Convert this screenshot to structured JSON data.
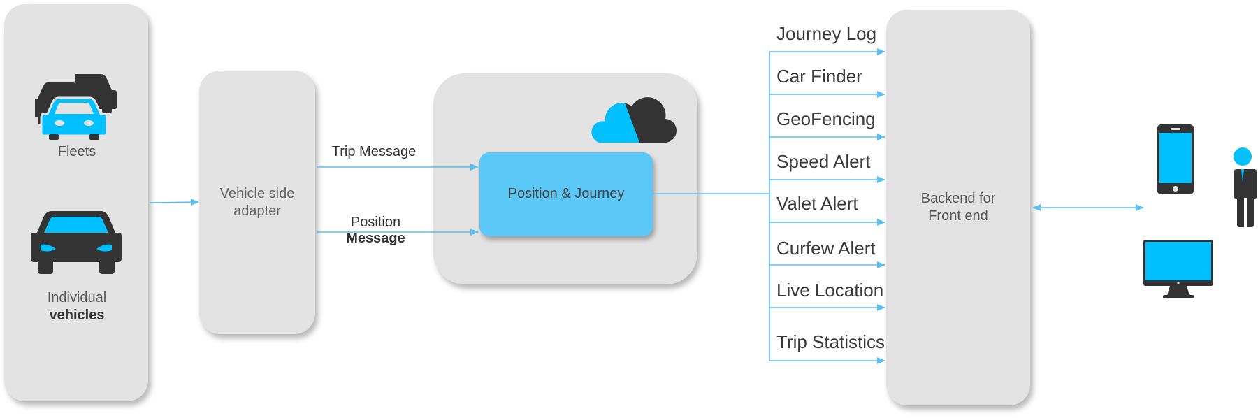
{
  "sources": {
    "fleets_label": "Fleets",
    "individual_label_line1": "Individual",
    "individual_label_line2": "vehicles"
  },
  "adapter": {
    "label_line1": "Vehicle side",
    "label_line2": "adapter"
  },
  "messages": {
    "trip": "Trip Message",
    "position_line1": "Position",
    "position_line2": "Message"
  },
  "cloud": {
    "core_label": "Position & Journey"
  },
  "services": [
    "Journey Log",
    "Car Finder",
    "GeoFencing",
    "Speed Alert",
    "Valet Alert",
    "Curfew Alert",
    "Live Location",
    "Trip Statistics"
  ],
  "backend": {
    "label_line1": "Backend for",
    "label_line2": "Front end"
  },
  "colors": {
    "accent": "#00c0ff",
    "core_box": "#5bc8f8",
    "arrow": "#5bc0f0",
    "dark_icon": "#333333",
    "panel": "#e3e3e3"
  },
  "icons": {
    "fleets": "cars-group-icon",
    "individual": "car-front-icon",
    "cloud": "cloud-icon",
    "mobile": "smartphone-icon",
    "user": "person-icon",
    "desktop": "monitor-icon"
  }
}
